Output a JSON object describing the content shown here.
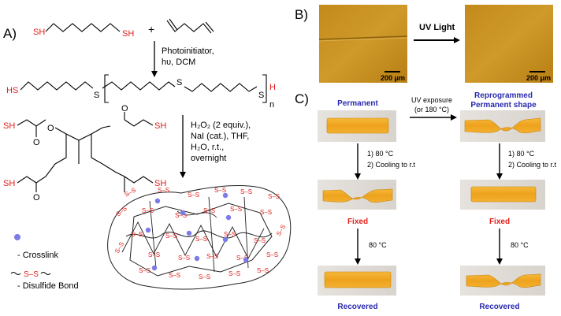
{
  "panel_labels": {
    "a": "A)",
    "b": "B)",
    "c": "C)"
  },
  "panel_a": {
    "dithiol_left": "SH",
    "dithiol_right": "SH",
    "plus": "+",
    "step1": {
      "line1": "Photoinitiator,",
      "line2": "hυ, DCM"
    },
    "polymer": {
      "hs": "HS",
      "s1": "S",
      "s2": "S",
      "s3": "S",
      "h": "H",
      "n": "n"
    },
    "tetrathiol": {
      "sh": [
        "SH",
        "SH",
        "SH",
        "SH"
      ],
      "o": [
        "O",
        "O",
        "O",
        "O"
      ]
    },
    "step2": {
      "line1": "H₂O₂ (2 equiv.),",
      "line2": "NaI (cat.), THF,",
      "line3": "H₂O, r.t.,",
      "line4": "overnight"
    },
    "legend": {
      "crosslink": "- Crosslink",
      "disulfide": "- Disulfide Bond",
      "disulfide_symbol": "S–S"
    },
    "network_label": "S–S",
    "colors": {
      "thiol_red": "#e0201c",
      "crosslink_blue": "#7b7be8"
    }
  },
  "panel_b": {
    "arrow_label": "UV Light",
    "scale_left": "200 μm",
    "scale_right": "200 μm",
    "colors": {
      "film": "#c9941e"
    }
  },
  "panel_c": {
    "left_title": "Permanent",
    "right_title_line1": "Reprogrammed",
    "right_title_line2": "Permanent shape",
    "uv_line1": "UV exposure",
    "uv_line2": "(or 180 °C)",
    "step_left_1": "1) 80 °C",
    "step_left_2": "2) Cooling to r.t",
    "step_right_1": "1) 80 °C",
    "step_right_2": "2) Cooling to r.t",
    "fixed_left": "Fixed",
    "fixed_right": "Fixed",
    "heat_left": "80 °C",
    "heat_right": "80 °C",
    "recovered_left": "Recovered",
    "recovered_right": "Recovered",
    "colors": {
      "title_blue": "#2a2ab0",
      "fixed_red": "#e0201c",
      "strip": "#f0a520"
    }
  }
}
